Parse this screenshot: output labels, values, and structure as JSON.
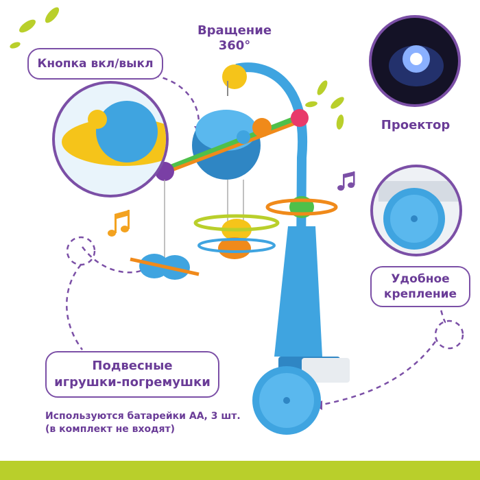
{
  "labels": {
    "rotation": "Вращение\n360°",
    "power_button": "Кнопка вкл/выкл",
    "projector": "Проектор",
    "mount": "Удобное\nкрепление",
    "hanging_toys": "Подвесные\nигрушки-погремушки"
  },
  "footnote": {
    "line1": "Используются батарейки АА, 3 шт.",
    "line2": "(в комплект не входят)"
  },
  "colors": {
    "accent": "#7b4fa6",
    "text": "#6a3c97",
    "green": "#b9cf2b",
    "blue": "#3fa4e0",
    "orange": "#f08a1a",
    "yellow": "#f5c41a"
  },
  "icons": [
    "music-note-icon",
    "leaf-decoration-icon"
  ]
}
